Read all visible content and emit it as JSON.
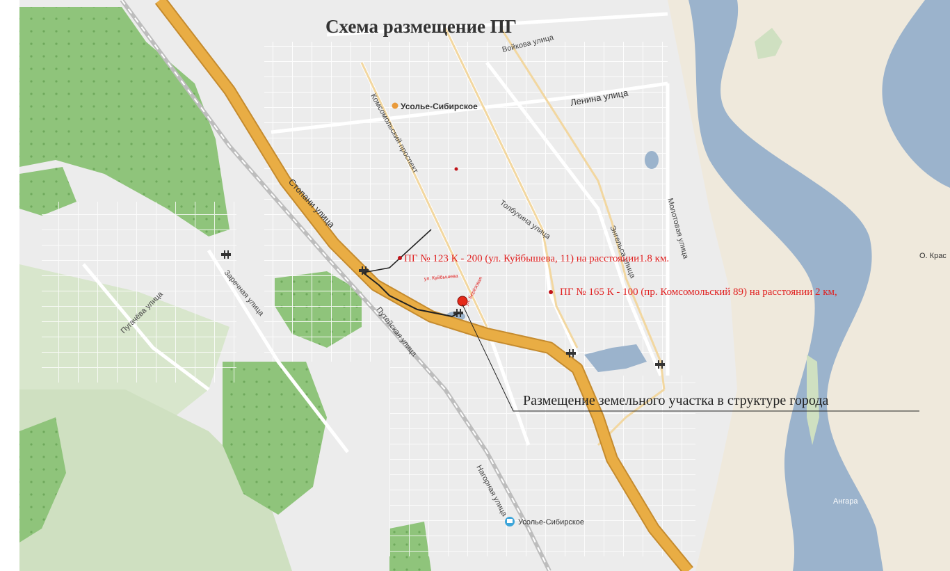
{
  "map": {
    "title": "Схема размещение ПГ",
    "city_label": "Усолье-Сибирское",
    "station_label": "Усолье-Сибирское",
    "island_label": "О. Крас",
    "river_label": "Ангара",
    "streets": {
      "voykova": "Войкова улица",
      "lenina": "Ленина улица",
      "komsomolsky": "Комсомольский проспект",
      "stopani": "Стопани улица",
      "tolbukhina": "Толбухина улица",
      "molotovaya": "Молотовая улица",
      "engelsa": "Энгельса улица",
      "zarechnaya": "Заречная улица",
      "pugacheva": "Пугачёва улица",
      "puteyskaya": "Путейская улица",
      "nagornaya": "Нагорная улица",
      "kuybysheva_small": "ул. Куйбышева",
      "berezovaya_small": "ул. Берёзовая"
    },
    "pg1_text": "ПГ № 123 К - 200 (ул. Куйбышева, 11) на расстоянии1.8 км.",
    "pg2_text": "ПГ № 165 К - 100 (пр. Комсомольский 89) на расстоянии 2 км,",
    "annotation": "Размещение земельного участка в структуре  города",
    "colors": {
      "water": "#9bb3cc",
      "highway": "#e9ad44",
      "forest": "#90c47c",
      "land": "#ececec",
      "sand": "#efe9dc",
      "marker": "#e52a1a",
      "label_red": "#e02020"
    }
  }
}
